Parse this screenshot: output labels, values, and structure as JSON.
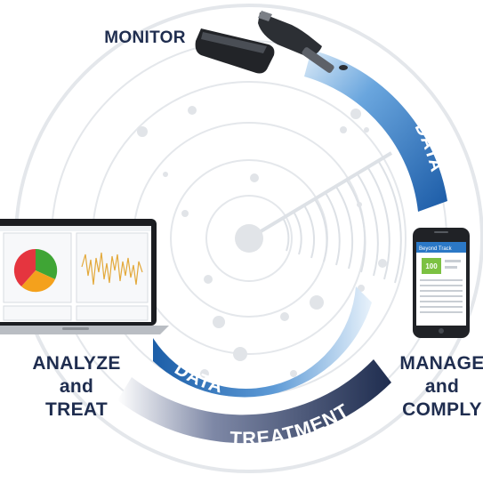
{
  "labels": {
    "monitor": "MONITOR",
    "analyze": [
      "ANALYZE",
      "and",
      "TREAT"
    ],
    "manage": [
      "MANAGE",
      "and",
      "COMPLY"
    ]
  },
  "arcs": {
    "data_right": "DATA",
    "data_bottom": "DATA",
    "treatment": "TREATMENT"
  },
  "phone": {
    "header": "Beyond Track",
    "value": "100"
  },
  "colors": {
    "navy": "#1f2d4f",
    "blue": "#1c5ea8",
    "light_blue": "#9fc6ec",
    "ring": "#e3e6ea",
    "pie_red": "#e5353f",
    "pie_green": "#3fa535",
    "pie_orange": "#f4a11c",
    "line_gold": "#e3a93b"
  }
}
